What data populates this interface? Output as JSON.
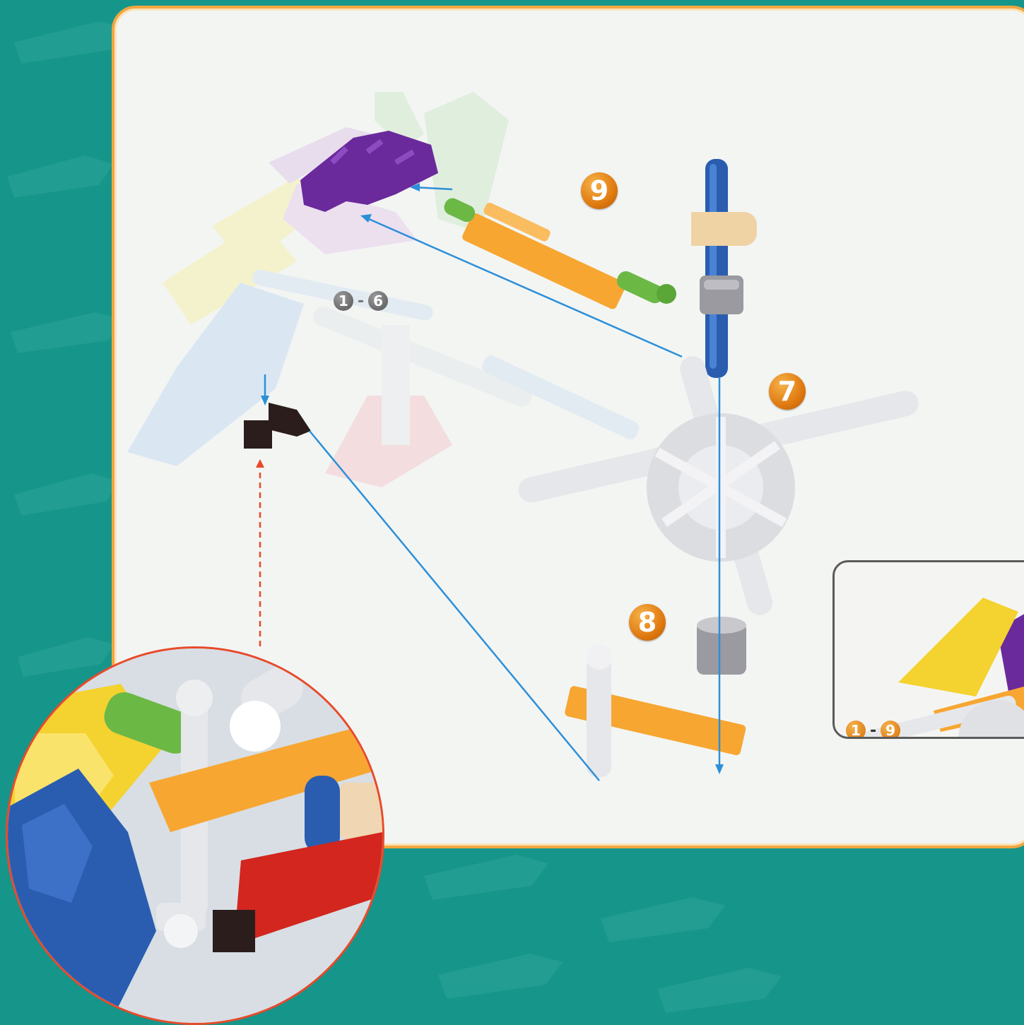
{
  "steps": {
    "step7": "7",
    "step8": "8",
    "step9": "9"
  },
  "range_prev": {
    "from": "1",
    "sep": "-",
    "to": "6"
  },
  "range_final": {
    "from": "1",
    "sep": "-",
    "to": "9"
  },
  "colors": {
    "background_teal": "#16958a",
    "panel": "#f3f5f3",
    "panel_border": "#f2a640",
    "step_badge": "#e07a10",
    "guide_line": "#2d8fd8",
    "guide_dashed": "#e84a2a",
    "purple_connector": "#6a2a9c",
    "orange_rod": "#f7a631",
    "green_rod": "#6bb845",
    "blue_rod": "#2a5db0",
    "grey_spacer": "#9a9aa0",
    "tan_clip": "#efd3a4",
    "white_connector": "#e6e7ea",
    "red_connector": "#d2261f",
    "black_clip": "#2a1d1c"
  },
  "icons": {
    "part_9_rod": "orange-rod-with-green-ends",
    "part_7_hub": "white-star-connector",
    "part_8_bar": "orange-bar-with-grey-spacer"
  }
}
